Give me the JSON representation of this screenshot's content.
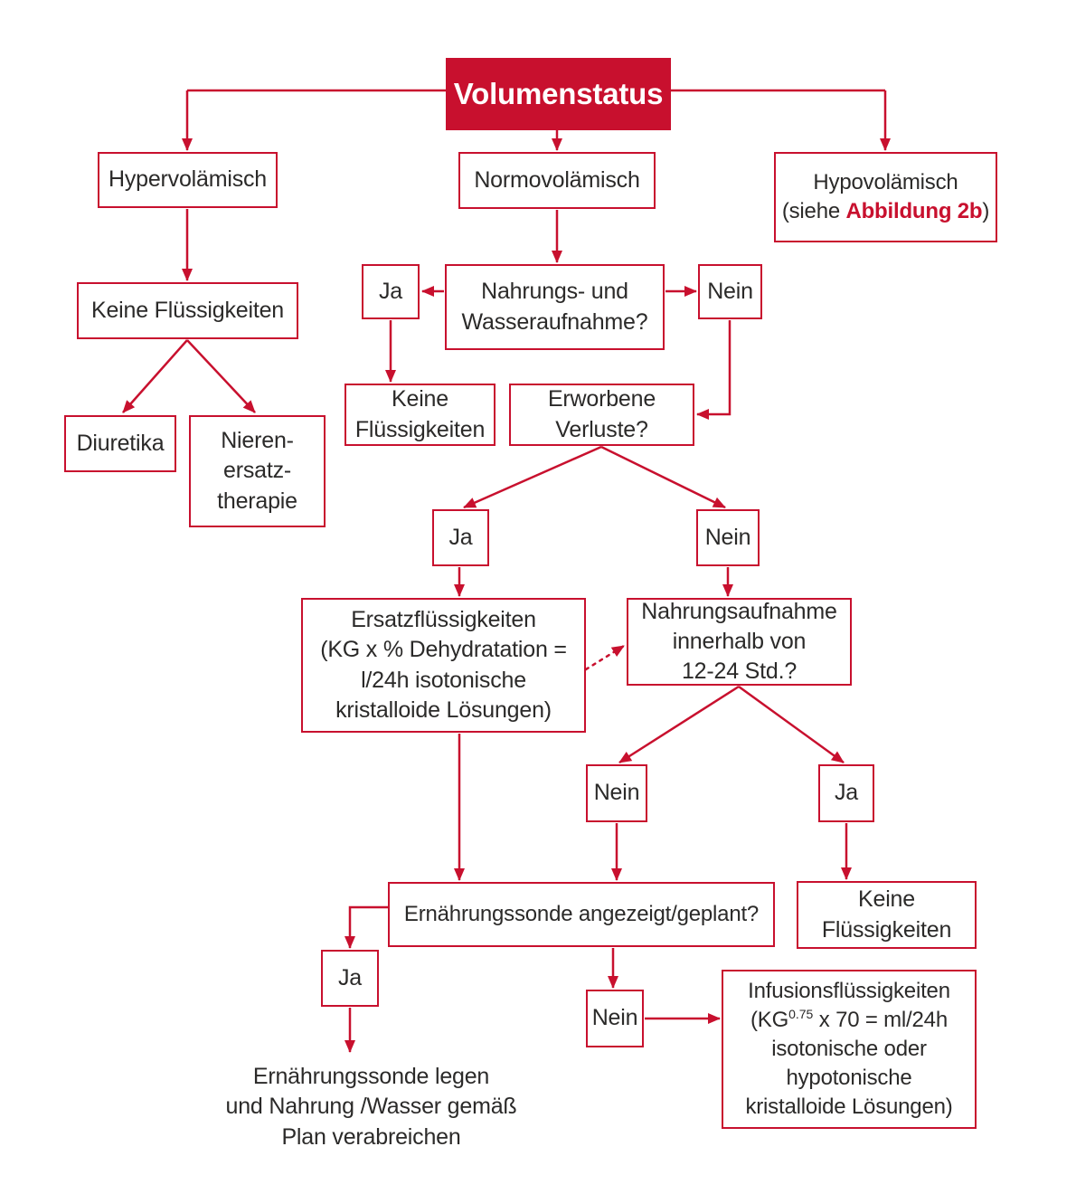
{
  "colors": {
    "accent_red": "#c8102e",
    "text": "#2b2a29",
    "background": "#ffffff"
  },
  "title": {
    "label": "Volumenstatus"
  },
  "nodes": {
    "hypervolaemisch": {
      "label": "Hypervolämisch"
    },
    "normovolaemisch": {
      "label": "Normovolämisch"
    },
    "hypovolaemisch": {
      "line1": "Hypovolämisch",
      "line2_prefix": "(siehe ",
      "line2_highlight": "Abbildung 2b",
      "line2_suffix": ")"
    },
    "keine_fluessigkeiten_links": {
      "label": "Keine Flüssigkeiten"
    },
    "diuretika": {
      "label": "Diuretika"
    },
    "nierenersatztherapie": {
      "lines": [
        "Nieren-",
        "ersatz-",
        "therapie"
      ]
    },
    "ja_1": {
      "label": "Ja"
    },
    "nahrungs_wasseraufnahme": {
      "lines": [
        "Nahrungs- und",
        "Wasseraufnahme?"
      ]
    },
    "nein_1": {
      "label": "Nein"
    },
    "keine_fluessigkeiten_mitte": {
      "lines": [
        "Keine",
        "Flüssigkeiten"
      ]
    },
    "erworbene_verluste": {
      "lines": [
        "Erworbene",
        "Verluste?"
      ]
    },
    "ja_2": {
      "label": "Ja"
    },
    "nein_2": {
      "label": "Nein"
    },
    "ersatzfluessigkeiten": {
      "lines": [
        "Ersatzflüssigkeiten",
        "(KG x % Dehydratation =",
        "l/24h isotonische",
        "kristalloide Lösungen)"
      ]
    },
    "nahrungsaufnahme_12_24": {
      "lines": [
        "Nahrungsaufnahme",
        "innerhalb von",
        "12-24 Std.?"
      ]
    },
    "nein_3": {
      "label": "Nein"
    },
    "ja_3": {
      "label": "Ja"
    },
    "ernaehrungssonde_frage": {
      "label": "Ernährungssonde angezeigt/geplant?"
    },
    "keine_fluessigkeiten_rechts": {
      "lines": [
        "Keine",
        "Flüssigkeiten"
      ]
    },
    "ja_4": {
      "label": "Ja"
    },
    "nein_4": {
      "label": "Nein"
    },
    "infusionsfluessigkeiten": {
      "line1": "Infusionsflüssigkeiten",
      "line2_prefix": "(KG",
      "line2_sup": "0.75",
      "line2_suffix": " x 70 = ml/24h",
      "line3": "isotonische oder",
      "line4": "hypotonische",
      "line5": "kristalloide Lösungen)"
    },
    "ernaehrungssonde_legen": {
      "lines": [
        "Ernährungssonde legen",
        "und Nahrung /Wasser gemäß",
        "Plan verabreichen"
      ]
    }
  }
}
